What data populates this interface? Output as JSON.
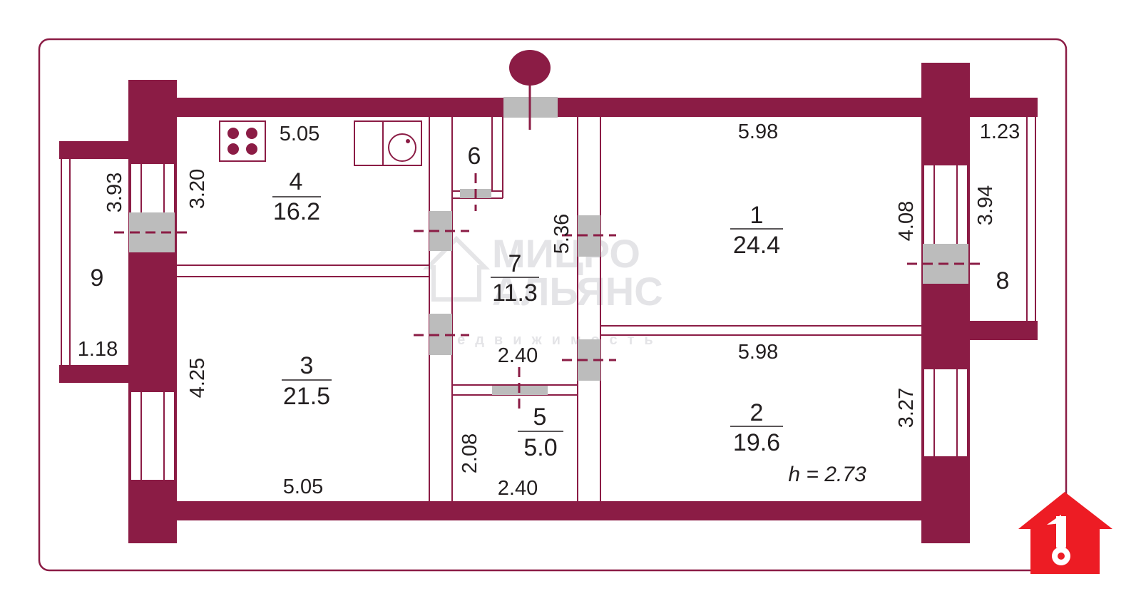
{
  "colors": {
    "wall": "#8b1c45",
    "frame": "#8b1c45",
    "door": "#bcbcbc",
    "logo": "#ed1c24",
    "text": "#231f20"
  },
  "rooms": [
    {
      "num": "1",
      "area": "24.4"
    },
    {
      "num": "2",
      "area": "19.6"
    },
    {
      "num": "3",
      "area": "21.5"
    },
    {
      "num": "4",
      "area": "16.2"
    },
    {
      "num": "5",
      "area": "5.0"
    },
    {
      "num": "6",
      "area": ""
    },
    {
      "num": "7",
      "area": "11.3"
    },
    {
      "num": "8",
      "area": ""
    },
    {
      "num": "9",
      "area": ""
    }
  ],
  "dims": {
    "r4_top": "5.05",
    "r4_left": "3.20",
    "balc9_h": "3.93",
    "balc9_w": "1.18",
    "r3_left": "4.25",
    "r3_bottom": "5.05",
    "r7_height": "5.36",
    "r7_width": "2.40",
    "r5_left": "2.08",
    "r5_bottom": "2.40",
    "r1_top": "5.98",
    "r1_right": "4.08",
    "r2_top": "5.98",
    "r2_right": "3.27",
    "balc8_w": "1.23",
    "balc8_h": "3.94"
  },
  "ceiling_height": "h = 2.73",
  "watermark": {
    "line1": "МИЦРО",
    "line2": "АЛЬЯНС",
    "line3": "недвижимость"
  },
  "icons": {
    "stove": "stove-icon",
    "washer": "washing-machine-icon",
    "riser": "riser-marker-icon",
    "logo": "house-key-logo-icon"
  }
}
